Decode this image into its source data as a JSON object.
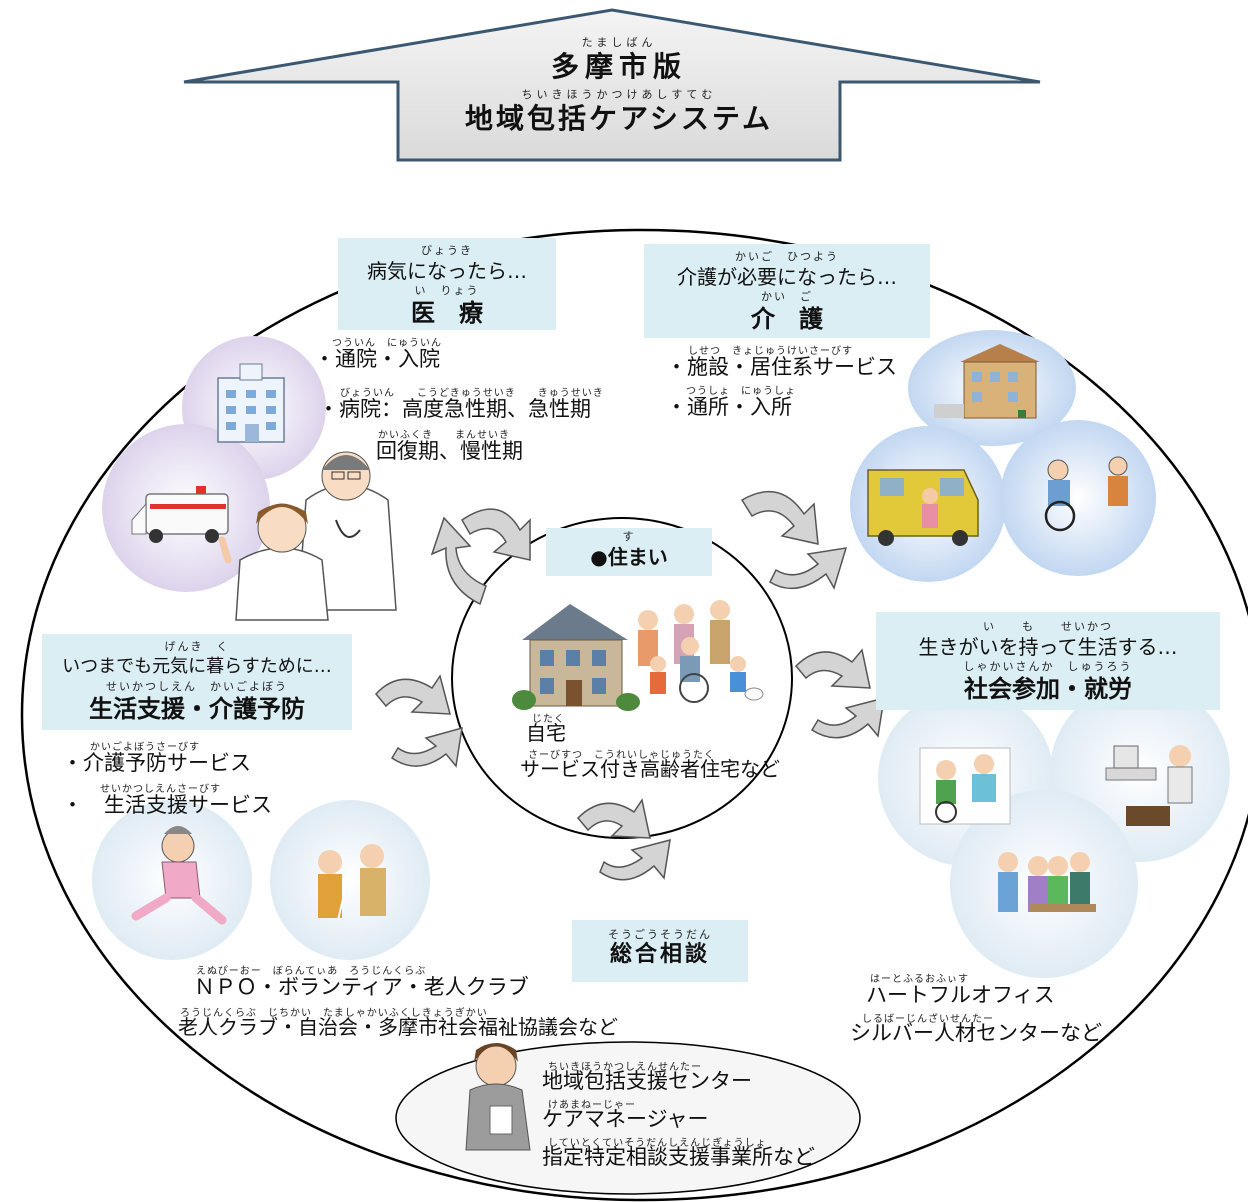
{
  "header": {
    "ruby1": "たましばん",
    "line1": "多摩市版",
    "ruby2": "ちいきほうかつけあしすてむ",
    "line2": "地域包括ケアシステム"
  },
  "medical": {
    "ruby_title": "びょうき",
    "title": "病気になったら…",
    "ruby_heading": "い　りょう",
    "heading": "医　療",
    "items": [
      {
        "ruby": "つういん　にゅういん",
        "text": "・通院・入院"
      },
      {
        "ruby": "びょういん　　こうどきゅうせいき　　きゅうせいき",
        "text": "・病院：高度急性期、急性期"
      },
      {
        "ruby": "かいふくき　　まんせいき",
        "text": "回復期、慢性期"
      }
    ]
  },
  "care": {
    "ruby_title": "かいご　ひつよう",
    "title": "介護が必要になったら…",
    "ruby_heading": "かい　ご",
    "heading": "介　護",
    "items": [
      {
        "ruby": "しせつ　きょじゅうけいさーびす",
        "text": "・施設・居住系サービス"
      },
      {
        "ruby": "つうしょ　にゅうしょ",
        "text": "・通所・入所"
      }
    ]
  },
  "housing": {
    "ruby_title": "す",
    "title": "●住まい",
    "ruby_home": "じたく",
    "home": "自宅",
    "ruby_service": "さーびすつ　こうれいしゃじゅうたく",
    "service": "サービス付き高齢者住宅など"
  },
  "support": {
    "ruby_title": "げんき　く",
    "title": "いつまでも元気に暮らすために…",
    "ruby_heading": "せいかつしえん　かいごよぼう",
    "heading": "生活支援・介護予防",
    "items": [
      {
        "ruby": "かいごよぼうさーびす",
        "text": "・介護予防サービス"
      },
      {
        "ruby": "せいかつしえんさーびす",
        "text": "・　生活支援サービス"
      }
    ]
  },
  "social": {
    "ruby_title": "い　　も　　せいかつ",
    "title": "生きがいを持って生活する…",
    "ruby_heading": "しゃかいさんか　しゅうろう",
    "heading": "社会参加・就労"
  },
  "consultation": {
    "ruby": "そうごうそうだん",
    "label": "総合相談"
  },
  "community": {
    "ruby1": "えぬぴーおー　ぼらんてぃあ　ろうじんくらぶ",
    "line1": "ＮＰＯ・ボランティア・老人クラブ",
    "ruby2": "ろうじんくらぶ　じちかい　たましゃかいふくしきょうぎかい",
    "line2": "老人クラブ・自治会・多摩市社会福祉協議会など"
  },
  "employment": {
    "ruby1": "はーとふるおふぃす",
    "line1": "ハートフルオフィス",
    "ruby2": "しるばーじんざいせんたー",
    "line2": "シルバー人材センターなど"
  },
  "center": {
    "ruby1": "ちいきほうかつしえんせんたー",
    "line1": "地域包括支援センター",
    "ruby2": "けあまねーじゃー",
    "line2": "ケアマネージャー",
    "ruby3": "していとくていそうだんしえんじぎょうしょ",
    "line3": "指定特定相談支援事業所など"
  },
  "colors": {
    "label_bg": "#dbeef4",
    "header_fill": "#e8e8e8",
    "header_stroke": "#3b5870",
    "arrow_fill": "#d0d0d0",
    "bubble_pale": "#e4eef6",
    "bubble_purple": "#e6dff0",
    "bubble_blue": "#c9dcf2"
  }
}
